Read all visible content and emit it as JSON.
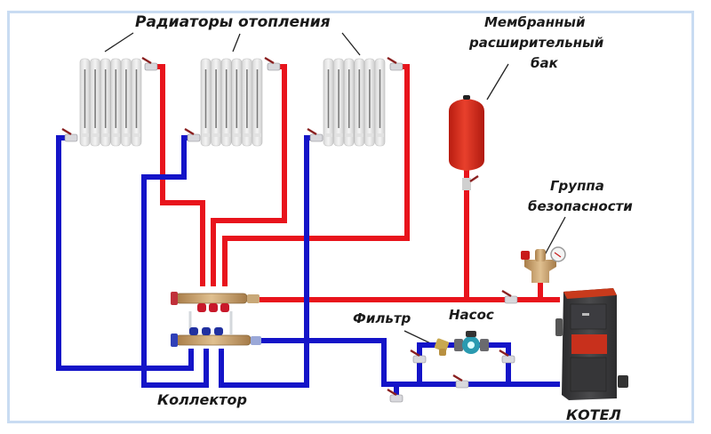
{
  "diagram": {
    "type": "heating-system-schematic",
    "labels": {
      "radiators": "Радиаторы отопления",
      "tank_line1": "Мембранный",
      "tank_line2": "расширительный",
      "tank_line3": "бак",
      "safety_line1": "Группа",
      "safety_line2": "безопасности",
      "filter": "Фильтр",
      "pump": "Насос",
      "collector": "Коллектор",
      "boiler": "КОТЕЛ"
    },
    "components": [
      {
        "id": "radiator-1",
        "kind": "radiator",
        "sections": 6
      },
      {
        "id": "radiator-2",
        "kind": "radiator",
        "sections": 6
      },
      {
        "id": "radiator-3",
        "kind": "radiator",
        "sections": 6
      },
      {
        "id": "expansion-tank",
        "kind": "membrane-expansion-tank"
      },
      {
        "id": "safety-group",
        "kind": "safety-group"
      },
      {
        "id": "collector",
        "kind": "manifold",
        "outlets": 3
      },
      {
        "id": "filter",
        "kind": "filter"
      },
      {
        "id": "pump",
        "kind": "circulation-pump"
      },
      {
        "id": "boiler",
        "kind": "solid-fuel-boiler"
      }
    ],
    "colors": {
      "supply": "#e8141c",
      "return": "#1414c8",
      "frame": "#c9dcf2",
      "tank": "#d8281c",
      "brass": "#c8a070",
      "boiler_body": "#3a3a3c",
      "boiler_fire": "#c8301c"
    }
  }
}
